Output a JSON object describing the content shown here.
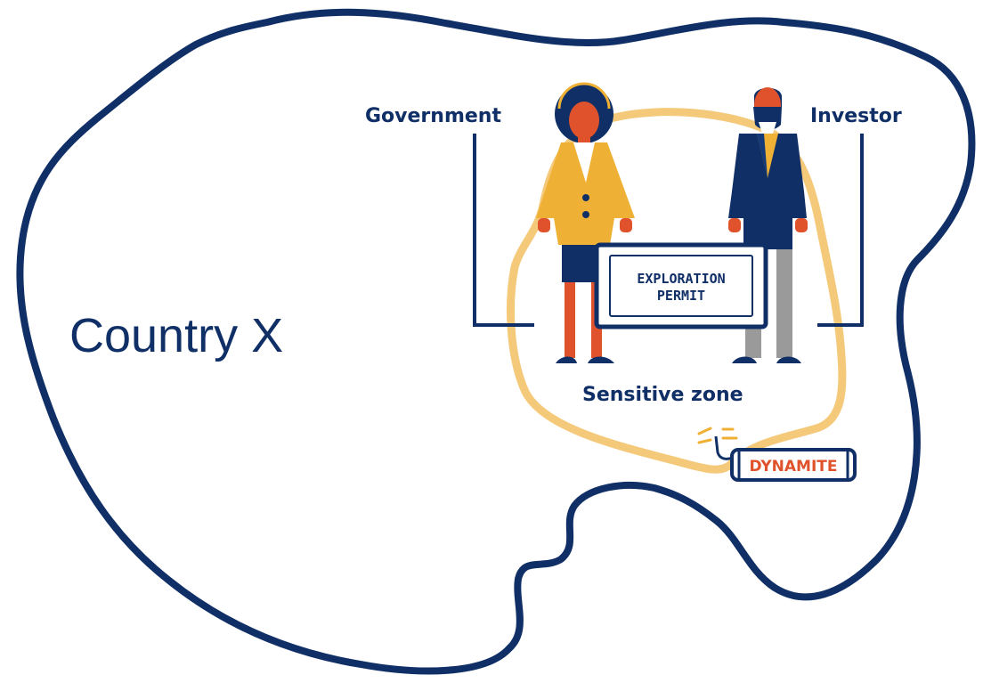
{
  "country": {
    "name": "Country X"
  },
  "actors": {
    "government": "Government",
    "investor": "Investor"
  },
  "permit": {
    "line1": "EXPLORATION",
    "line2": "PERMIT"
  },
  "zone": {
    "label": "Sensitive zone"
  },
  "dynamite": {
    "label": "DYNAMITE"
  },
  "colors": {
    "navy": "#0f2f66",
    "gold": "#efb135",
    "fuse": "#f5c97a",
    "skin": "#e0522b",
    "grey": "#9a9a9a",
    "white": "#ffffff"
  }
}
